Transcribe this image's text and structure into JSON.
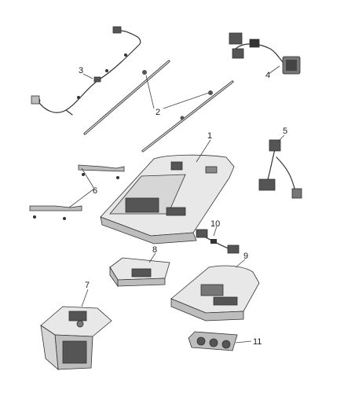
{
  "callouts": [
    {
      "id": "1",
      "label": "1"
    },
    {
      "id": "2",
      "label": "2"
    },
    {
      "id": "3",
      "label": "3"
    },
    {
      "id": "4",
      "label": "4"
    },
    {
      "id": "5",
      "label": "5"
    },
    {
      "id": "6",
      "label": "6"
    },
    {
      "id": "7",
      "label": "7"
    },
    {
      "id": "8",
      "label": "8"
    },
    {
      "id": "9",
      "label": "9"
    },
    {
      "id": "10",
      "label": "10"
    },
    {
      "id": "11",
      "label": "11"
    }
  ],
  "colors": {
    "line": "#333333",
    "part_fill_light": "#e8e8e8",
    "part_fill_mid": "#bdbdbd",
    "part_fill_dark": "#555555",
    "background": "#ffffff"
  }
}
